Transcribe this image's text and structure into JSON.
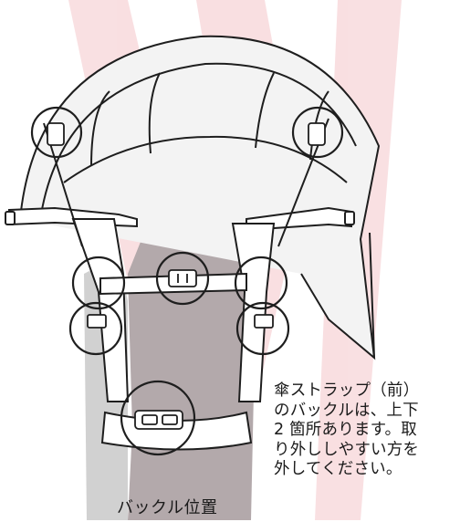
{
  "note": "傘ストラップ（前）\nのバックルは、上下\n2 箇所あります。取\nり外ししやすい方を\n外してください。",
  "caption": "バックル位置",
  "colors": {
    "watermark": "#f7d5d8",
    "back_panel": "#b3a9ab",
    "body_shadow": "#c6c6c6",
    "line": "#1e1e1e",
    "canopy": "#f3f3f3"
  },
  "icons": [
    "buckle-icon",
    "highlight-circle"
  ]
}
